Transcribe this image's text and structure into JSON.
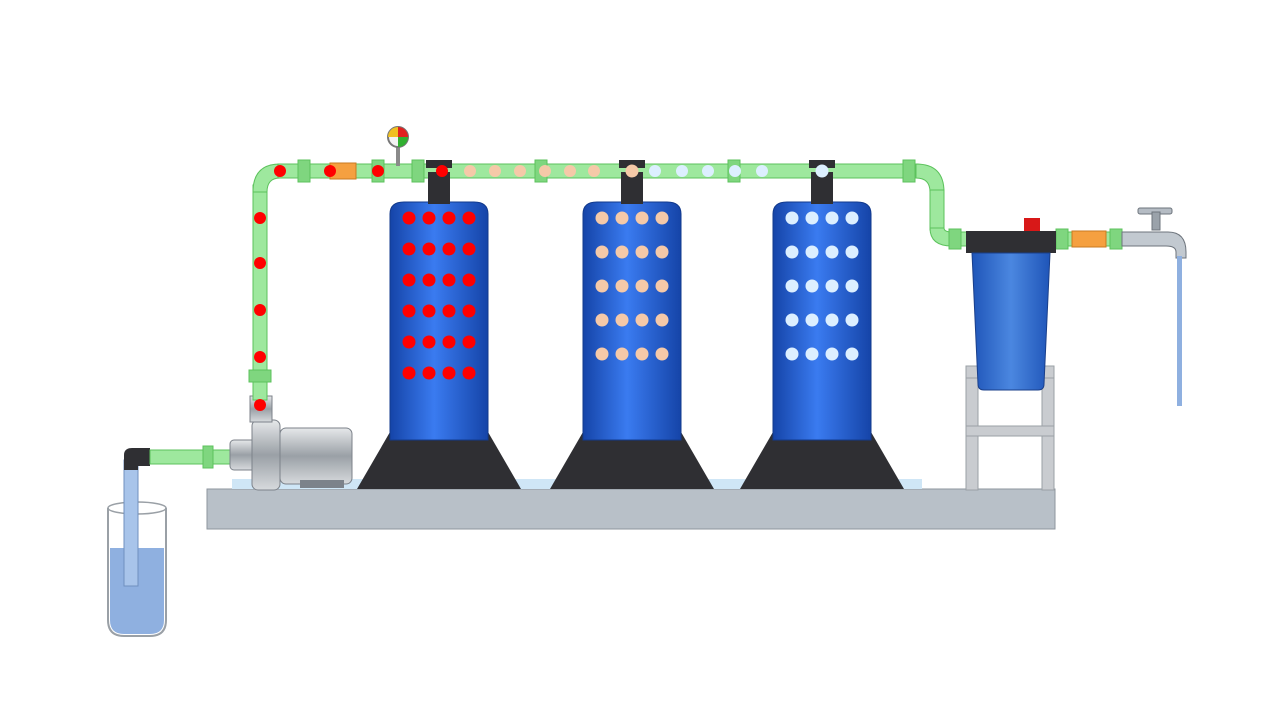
{
  "colors": {
    "background": "#ffffff",
    "pipe": "#9ee89e",
    "pipe_edge": "#5cc25c",
    "fitting": "#7fd67f",
    "tank_blue": "#1f5fd6",
    "tank_blue_light": "#4f8cff",
    "tank_base": "#2f2f33",
    "base_platform": "#b8c0c8",
    "water": "#8fb0e0",
    "orange_fitting": "#f5a040",
    "contaminant_heavy": "#ff0000",
    "contaminant_light": "#f5c9a8",
    "clean_water": "#dcefff",
    "cartridge_blue": "#2e6fd1",
    "stand_gray": "#c9ccd0"
  },
  "components": {
    "source_beaker": "beaker-icon",
    "pump": "pump-icon",
    "pressure_gauge": "gauge-icon",
    "tanks": [
      "filter-tank-icon",
      "filter-tank-icon",
      "filter-tank-icon"
    ],
    "cartridge_filter": "cartridge-filter-icon",
    "faucet": "faucet-icon"
  },
  "tank_dots": [
    {
      "color": "contaminant_heavy",
      "rows": 6,
      "cols": 4
    },
    {
      "color": "contaminant_light",
      "rows": 5,
      "cols": 4
    },
    {
      "color": "clean_water",
      "rows": 5,
      "cols": 4
    }
  ]
}
